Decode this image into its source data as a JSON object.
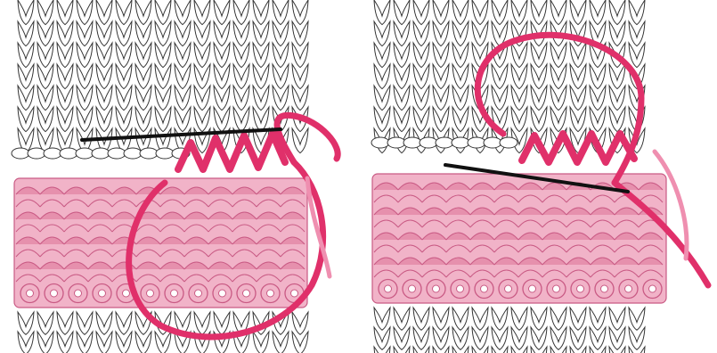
{
  "figure": {
    "panels": [
      {
        "id": "left",
        "step": "needle-inserted-yarn-looped-below"
      },
      {
        "id": "right",
        "step": "needle-inserted-yarn-looped-above"
      }
    ],
    "colors": {
      "background": "#ffffff",
      "knit_outline": "#333333",
      "knit_fill": "#ffffff",
      "patch_fill": "#f1b3c8",
      "patch_fill_dark": "#e690ad",
      "patch_outline": "#c95a84",
      "yarn": "#e0306a",
      "yarn_light": "#ef8fb0",
      "needle": "#111111"
    },
    "icons": [
      "knitted-fabric",
      "grafting-yarn",
      "darning-needle",
      "knitted-patch"
    ]
  }
}
